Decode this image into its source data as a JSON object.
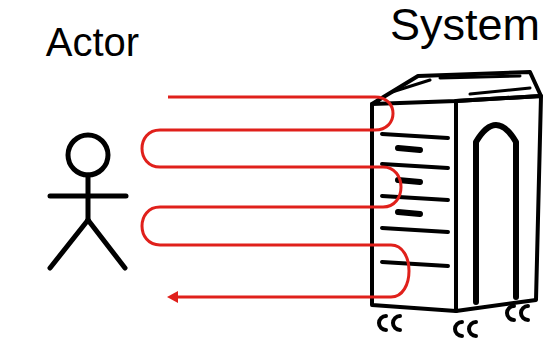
{
  "diagram": {
    "nodes": [
      {
        "text": [
          "Actor"
        ]
      },
      {
        "text": [
          "System"
        ]
      }
    ],
    "edges": [
      {
        "from": 1,
        "to": 0,
        "arrow": "to"
      }
    ]
  }
}
